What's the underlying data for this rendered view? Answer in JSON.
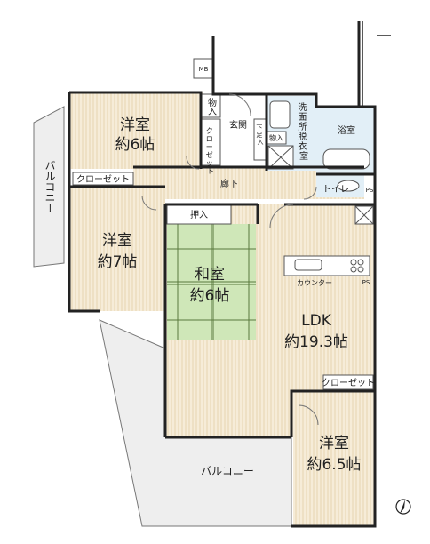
{
  "rooms": {
    "youshitsu_a": {
      "name": "洋室",
      "size": "約6帖"
    },
    "youshitsu_b": {
      "name": "洋室",
      "size": "約7帖"
    },
    "washitsu": {
      "name": "和室",
      "size": "約6帖"
    },
    "ldk": {
      "name": "LDK",
      "size": "約19.3帖"
    },
    "youshitsu_c": {
      "name": "洋室",
      "size": "約6.5帖"
    }
  },
  "labels": {
    "closet_a": "クローゼット",
    "closet_b": "クローゼット",
    "balcony_side": "バルコニー",
    "balcony_bottom": "バルコニー",
    "corridor": "廊下",
    "entrance": "玄関",
    "storage_mono": "物入",
    "closet_small_chars": [
      "ク",
      "ロ",
      "ー",
      "ゼ",
      "ッ",
      "ト"
    ],
    "shoe_chars": [
      "下",
      "足",
      "入"
    ],
    "storage_wash": "物入",
    "washroom_chars": [
      "洗",
      "面",
      "所",
      "脱",
      "衣",
      "室"
    ],
    "bathroom": "浴室",
    "toilet": "トイレ",
    "oshiire": "押入",
    "counter": "カウンター",
    "ps_a": "PS",
    "ps_b": "PS",
    "mb": "MB"
  }
}
